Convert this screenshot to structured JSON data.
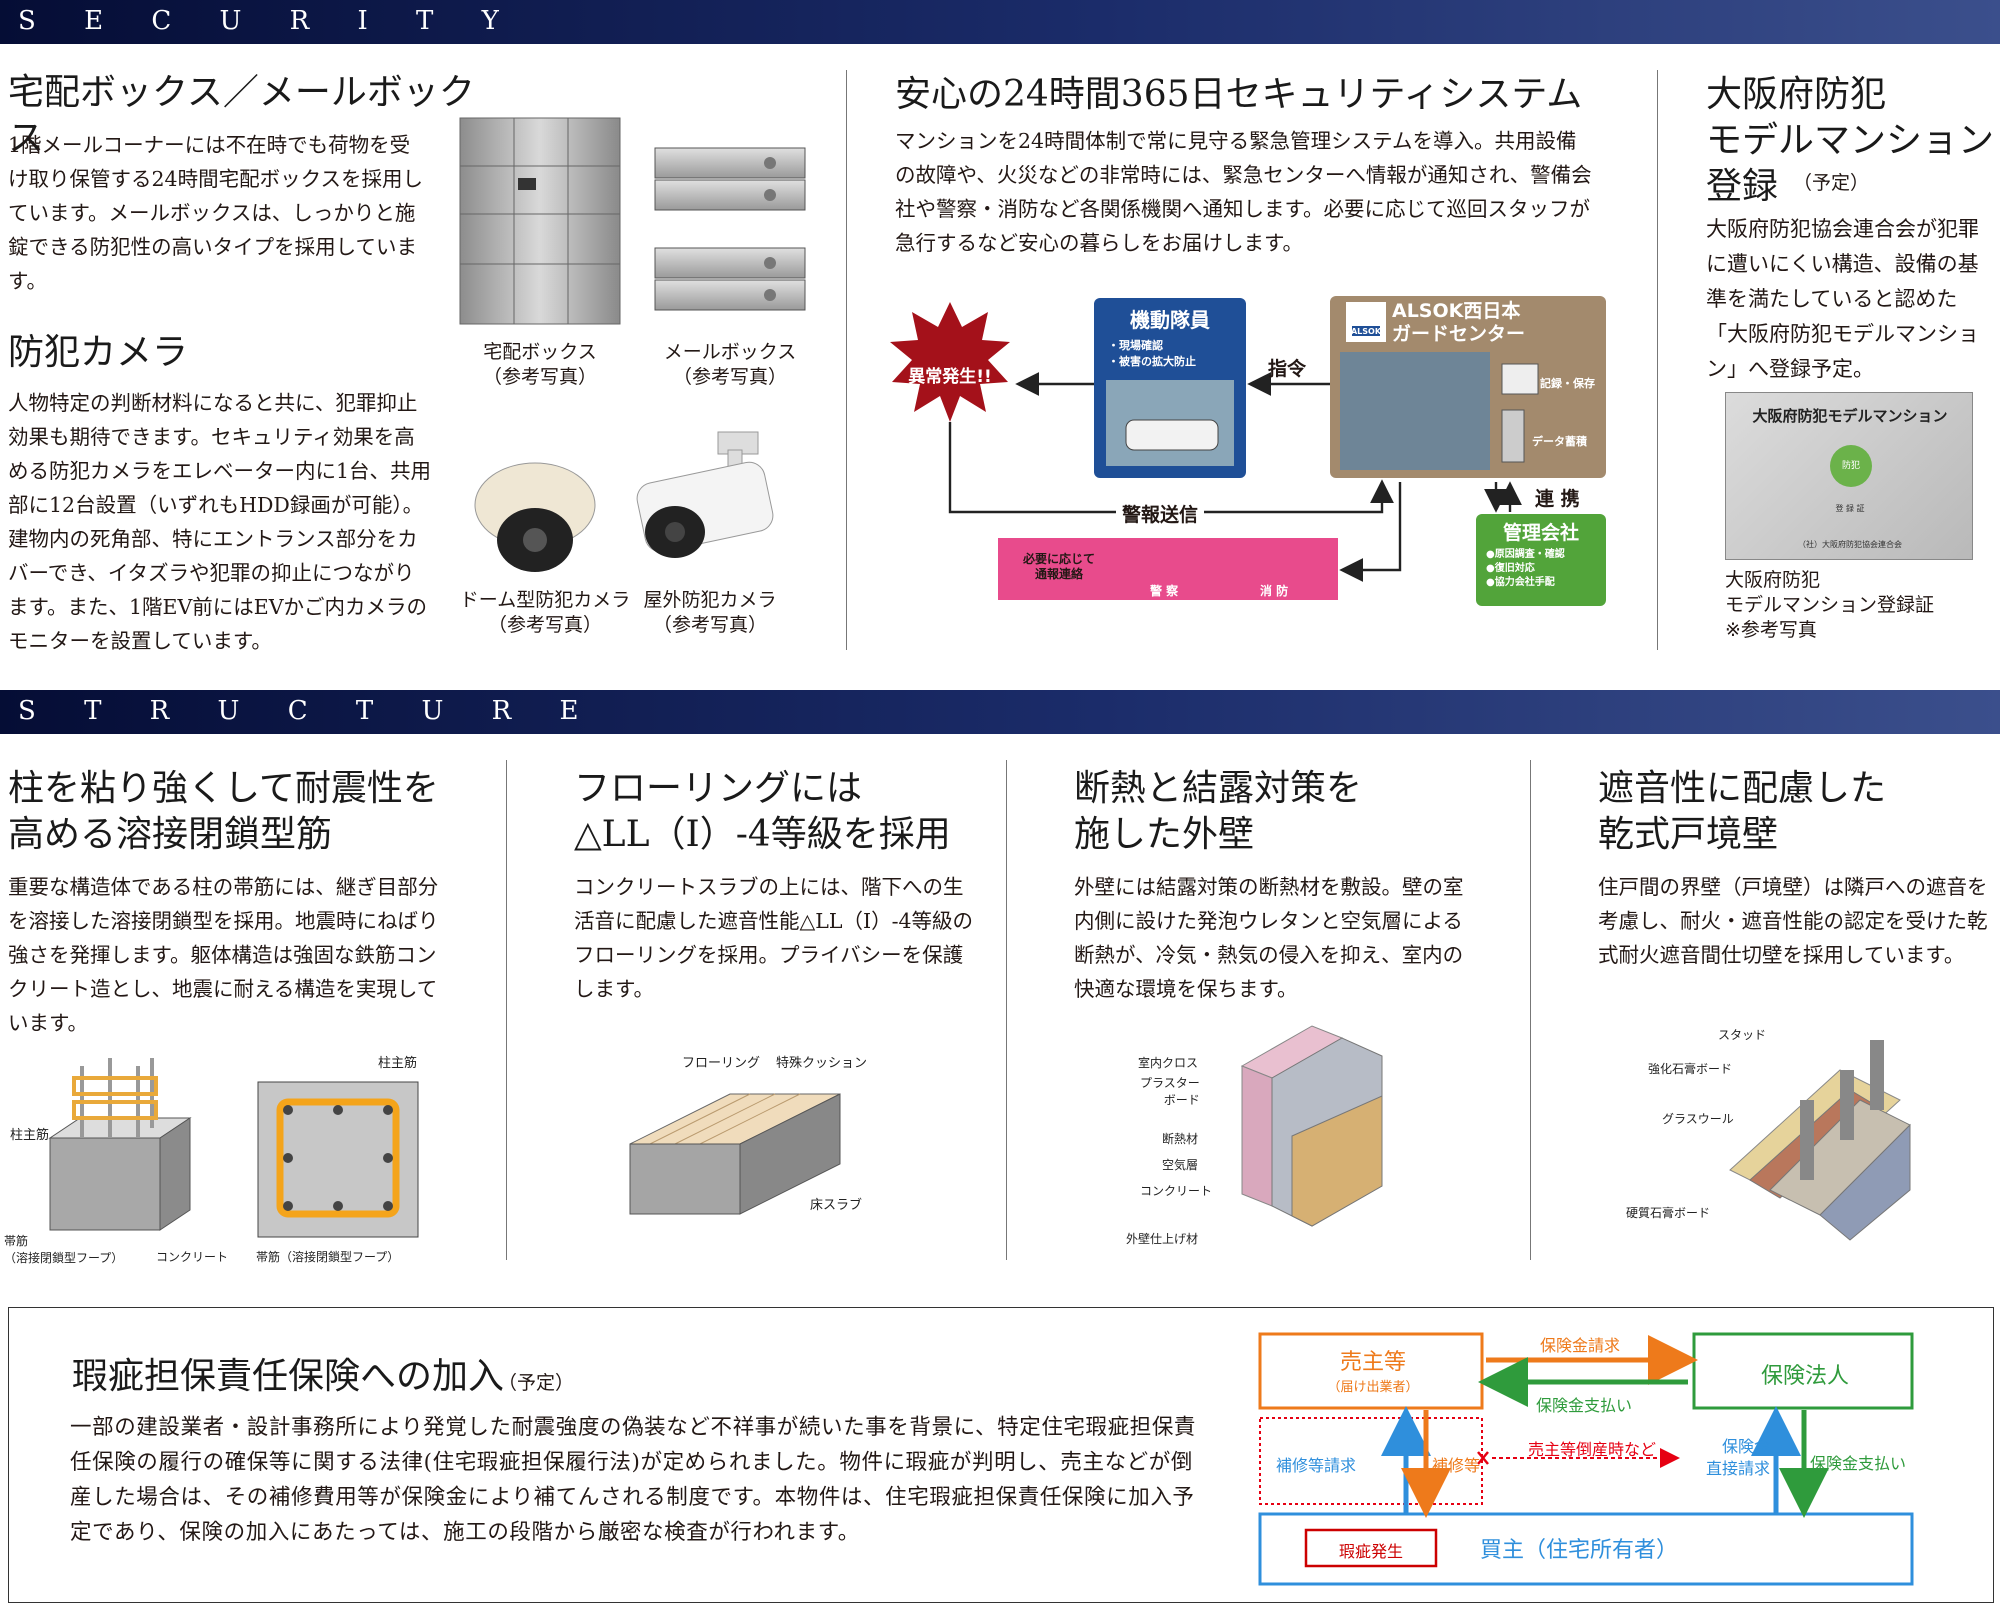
{
  "security": {
    "band": "S E C U R I T Y",
    "box": {
      "title": "宅配ボックス／メールボックス",
      "body": "1階メールコーナーには不在時でも荷物を受け取り保管する24時間宅配ボックスを採用しています。メールボックスは、しっかりと施錠できる防犯性の高いタイプを採用しています。",
      "cap1": "宅配ボックス\n（参考写真）",
      "cap2": "メールボックス\n（参考写真）"
    },
    "camera": {
      "title": "防犯カメラ",
      "body": "人物特定の判断材料になると共に、犯罪抑止効果も期待できます。セキュリティ効果を高める防犯カメラをエレベーター内に1台、共用部に12台設置（いずれもHDD録画が可能）。建物内の死角部、特にエントランス部分をカバーでき、イタズラや犯罪の抑止につながります。また、1階EV前にはEVかご内カメラのモニターを設置しています。",
      "cap1": "ドーム型防犯カメラ\n（参考写真）",
      "cap2": "屋外防犯カメラ\n（参考写真）"
    },
    "system": {
      "title": "安心の24時間365日セキュリティシステム",
      "body": "マンションを24時間体制で常に見守る緊急管理システムを導入。共用設備の故障や、火災などの非常時には、緊急センターへ情報が通知され、警備会社や警察・消防など各関係機関へ通知します。必要に応じて巡回スタッフが急行するなど安心の暮らしをお届けします。",
      "diagram": {
        "alarm": "異常発生!!",
        "mobile_title": "機動隊員",
        "mobile_items": "・現場確認\n・被害の拡大防止",
        "alsok_title": "ALSOK西日本\nガードセンター",
        "record": "記録・保存",
        "data": "データ蓄積",
        "order": "指令",
        "report": "警報送信",
        "link": "連 携",
        "mgmt_title": "管理会社",
        "mgmt_items": "●原因調査・確認\n●復旧対応\n●協力会社手配",
        "notify": "必要に応じて\n通報連絡",
        "police": "警 察",
        "fire": "消 防",
        "alsok_logo": "ALSOK"
      }
    },
    "osaka": {
      "title": "大阪府防犯\nモデルマンション\n登録",
      "note": "（予定）",
      "body": "大阪府防犯協会連合会が犯罪に遭いにくい構造、設備の基準を満たしていると認めた「大阪府防犯モデルマンション」へ登録予定。",
      "plate_title": "大阪府防犯モデルマンション",
      "plate_emblem": "防犯",
      "plate_cert": "登 録 証",
      "plate_issuer": "（社）大阪府防犯協会連合会",
      "cap": "大阪府防犯\nモデルマンション登録証\n※参考写真"
    }
  },
  "structure": {
    "band": "S T R U C T U R E",
    "col1": {
      "title": "柱を粘り強くして耐震性を\n高める溶接閉鎖型筋",
      "body": "重要な構造体である柱の帯筋には、継ぎ目部分を溶接した溶接閉鎖型を採用。地震時にねばり強さを発揮します。躯体構造は強固な鉄筋コンクリート造とし、地震に耐える構造を実現しています。",
      "l1": "柱主筋",
      "l2": "帯筋\n（溶接閉鎖型フープ）",
      "l3": "コンクリート",
      "l4": "柱主筋",
      "l5": "帯筋（溶接閉鎖型フープ）"
    },
    "col2": {
      "title": "フローリングには\n△LL（Ⅰ）-4等級を採用",
      "body": "コンクリートスラブの上には、階下への生活音に配慮した遮音性能△LL（Ⅰ）-4等級のフローリングを採用。プライバシーを保護します。",
      "l1": "フローリング",
      "l2": "特殊クッション",
      "l3": "床スラブ"
    },
    "col3": {
      "title": "断熱と結露対策を\n施した外壁",
      "body": "外壁には結露対策の断熱材を敷設。壁の室内側に設けた発泡ウレタンと空気層による断熱が、冷気・熱気の侵入を抑え、室内の快適な環境を保ちます。",
      "l1": "室内クロス",
      "l2": "プラスター\nボード",
      "l3": "断熱材",
      "l4": "空気層",
      "l5": "コンクリート",
      "l6": "外壁仕上げ材"
    },
    "col4": {
      "title": "遮音性に配慮した\n乾式戸境壁",
      "body": "住戸間の界壁（戸境壁）は隣戸への遮音を考慮し、耐火・遮音性能の認定を受けた乾式耐火遮音間仕切壁を採用しています。",
      "l1": "スタッド",
      "l2": "強化石膏ボード",
      "l3": "グラスウール",
      "l4": "硬質石膏ボード"
    }
  },
  "insurance": {
    "title": "瑕疵担保責任保険への加入",
    "note": "（予定）",
    "body": "一部の建設業者・設計事務所により発覚した耐震強度の偽装など不祥事が続いた事を背景に、特定住宅瑕疵担保責任保険の履行の確保等に関する法律(住宅瑕疵担保履行法)が定められました。物件に瑕疵が判明し、売主などが倒産した場合は、その補修費用等が保険金により補てんされる制度です。本物件は、住宅瑕疵担保責任保険に加入予定であり、保険の加入にあたっては、施工の段階から厳密な検査が行われます。",
    "diagram": {
      "seller": "売主等",
      "seller_sub": "（届け出業者）",
      "insurer": "保険法人",
      "claim": "保険金請求",
      "payout1": "保険金支払い",
      "repair_req": "補修等請求",
      "repair": "補修等",
      "bankrupt": "売主等倒産時など",
      "direct": "保険金\n直接請求",
      "payout2": "保険金支払い",
      "defect": "瑕疵発生",
      "buyer": "買主（住宅所有者）"
    }
  }
}
